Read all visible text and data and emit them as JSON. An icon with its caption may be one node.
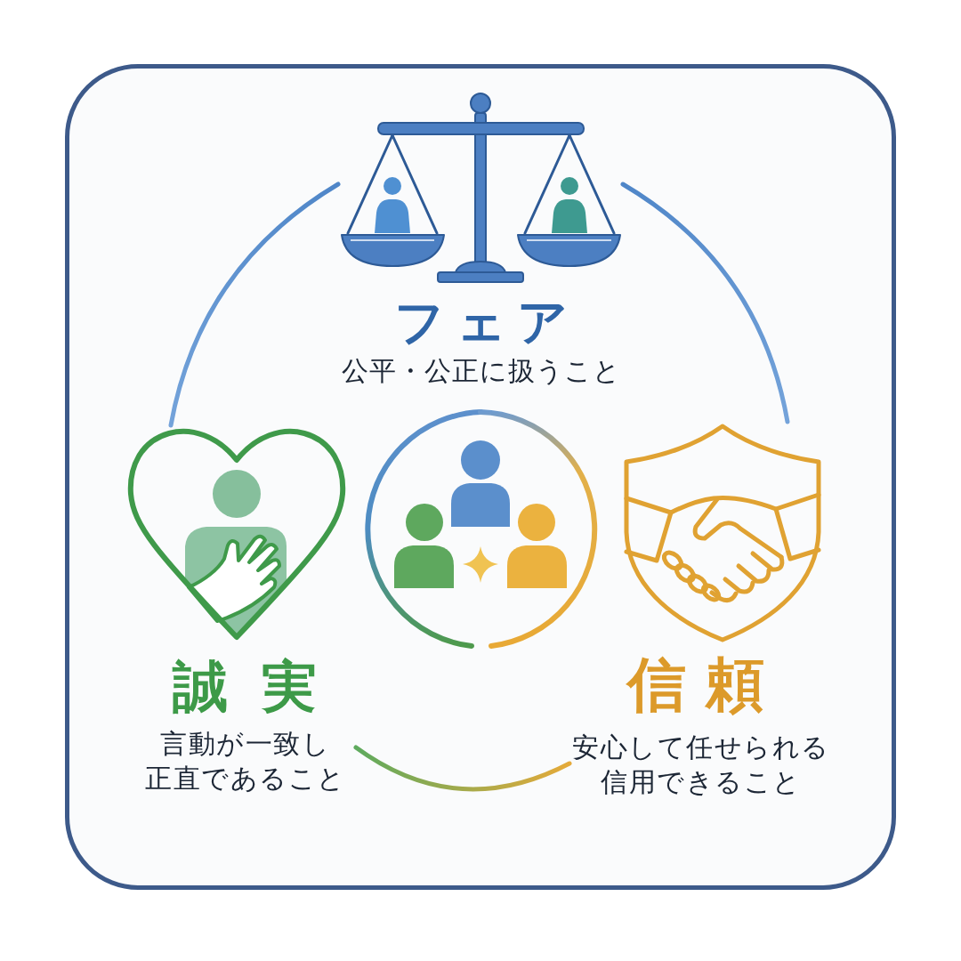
{
  "diagram": {
    "nodes": [
      {
        "text": [
          "フェア",
          "公平・公正に扱うこと"
        ]
      },
      {
        "text": [
          "誠実",
          "言動が一致し正直であること"
        ]
      },
      {
        "text": [
          "信頼",
          "安心して任せられる信用できること"
        ]
      },
      {
        "text": [],
        "shape": "circle"
      }
    ],
    "edges": [
      {
        "from": 0,
        "to": 1,
        "arrow": "none"
      },
      {
        "from": 2,
        "to": 0,
        "arrow": "none"
      },
      {
        "from": 1,
        "to": 2,
        "arrow": "none"
      }
    ]
  }
}
